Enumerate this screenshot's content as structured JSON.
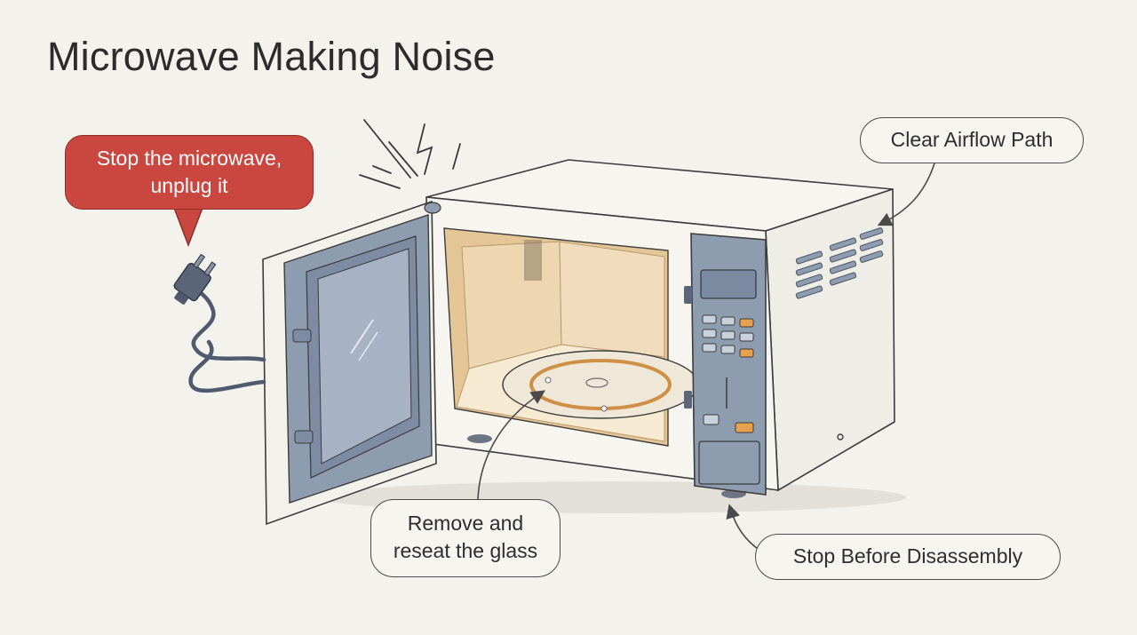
{
  "title": "Microwave Making Noise",
  "callouts": {
    "unplug": {
      "line1": "Stop the microwave,",
      "line2": "unplug it",
      "color": "#c9473f"
    },
    "airflow": {
      "label": "Clear Airflow Path"
    },
    "glass": {
      "line1": "Remove and",
      "line2": "reseat the glass"
    },
    "disassembly": {
      "label": "Stop Before Disassembly"
    }
  },
  "colors": {
    "background": "#f3f2ec",
    "body": "#f5f4ee",
    "panel": "#8e9caf",
    "interior": "#e8cfa7",
    "turntable_ring": "#cf8f45",
    "accent_button": "#e6a14c"
  },
  "icons": [
    "noise-lines-icon",
    "power-plug-icon",
    "vent-slots-icon"
  ]
}
